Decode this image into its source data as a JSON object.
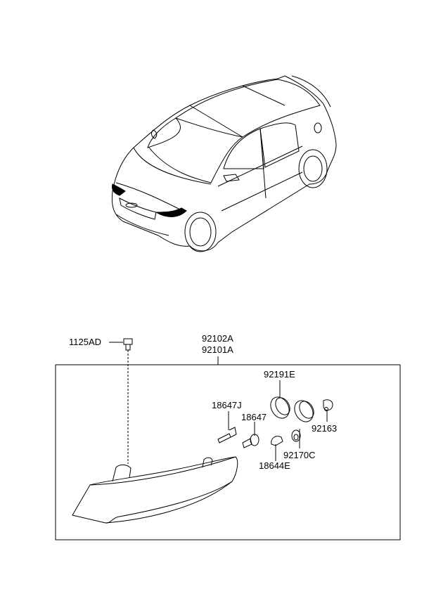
{
  "diagram": {
    "type": "exploded-parts-diagram",
    "subject": "Front headlamp assembly",
    "labels": {
      "bolt": "1125AD",
      "assembly_rh": "92102A",
      "assembly_lh": "92101A",
      "cap": "92191E",
      "socket_holder": "92163",
      "bulb_j": "18647J",
      "bulb": "18647",
      "bulb_small": "18644E",
      "socket": "92170C"
    },
    "colors": {
      "line": "#000000",
      "background": "#ffffff",
      "highlight": "#000000"
    }
  }
}
